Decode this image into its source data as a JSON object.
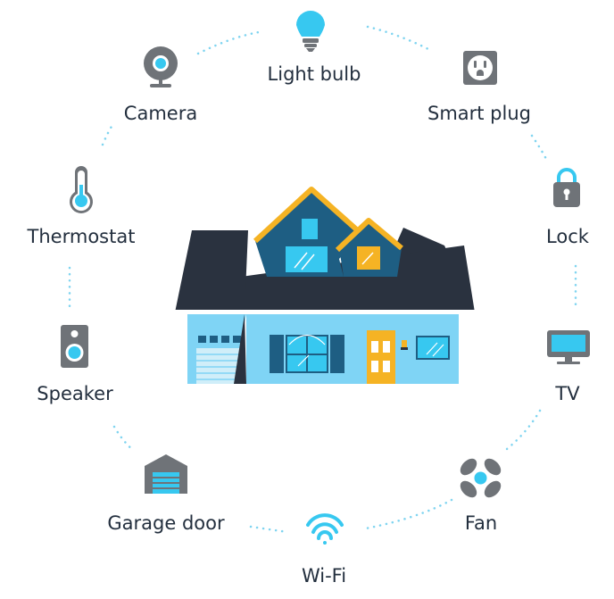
{
  "colors": {
    "accent": "#37c8f0",
    "icon_gray": "#6f7378",
    "roof": "#2a323f",
    "gable": "#1e5e83",
    "trim": "#f5b324",
    "wall": "#7fd4f5",
    "dots": "#7fd4f0"
  },
  "devices": [
    {
      "id": "light-bulb",
      "label": "Light bulb",
      "icon": "light-bulb-icon"
    },
    {
      "id": "smart-plug",
      "label": "Smart plug",
      "icon": "smart-plug-icon"
    },
    {
      "id": "lock",
      "label": "Lock",
      "icon": "lock-icon"
    },
    {
      "id": "tv",
      "label": "TV",
      "icon": "tv-icon"
    },
    {
      "id": "fan",
      "label": "Fan",
      "icon": "fan-icon"
    },
    {
      "id": "wifi",
      "label": "Wi-Fi",
      "icon": "wifi-icon"
    },
    {
      "id": "garage-door",
      "label": "Garage door",
      "icon": "garage-door-icon"
    },
    {
      "id": "speaker",
      "label": "Speaker",
      "icon": "speaker-icon"
    },
    {
      "id": "thermostat",
      "label": "Thermostat",
      "icon": "thermostat-icon"
    },
    {
      "id": "camera",
      "label": "Camera",
      "icon": "camera-icon"
    }
  ]
}
